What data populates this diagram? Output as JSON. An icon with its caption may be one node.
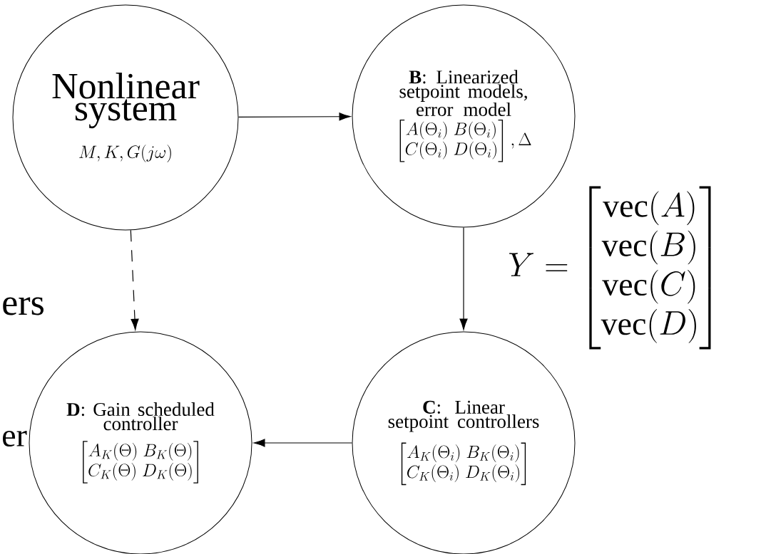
{
  "diagram": {
    "nodes": [
      {
        "text": [
          "Nonlinear system",
          "M, K, G(j\\omega)"
        ]
      },
      {
        "text": [
          "**B**: Linearized setpoint models, error model",
          "\\begin{bmatrix} A(\\Theta_i)\\; B(\\Theta_i) \\\\ C(\\Theta_i)\\; D(\\Theta_i) \\end{bmatrix}, \\Delta"
        ]
      },
      {
        "text": [
          "**D**: Gain scheduled controller",
          "\\begin{bmatrix} A_K(\\Theta)\\; B_K(\\Theta) \\\\ C_K(\\Theta)\\; D_K(\\Theta) \\end{bmatrix}"
        ]
      },
      {
        "text": [
          "**C**: Linear setpoint controllers",
          "\\begin{bmatrix} A_K(\\Theta_i)\\; B_K(\\Theta_i) \\\\ C_K(\\Theta_i)\\; D_K(\\Theta_i) \\end{bmatrix}"
        ]
      }
    ],
    "edges": [
      {
        "from": 0,
        "to": 1,
        "arrow": "to"
      },
      {
        "from": 1,
        "to": 3,
        "arrow": "to"
      },
      {
        "from": 3,
        "to": 2,
        "arrow": "to"
      },
      {
        "from": 0,
        "to": 2,
        "arrow": "to",
        "style": "dashed"
      }
    ],
    "labels": [
      "ers",
      "er",
      "Y = \\begin{bmatrix} \\mathrm{vec}(A) \\\\ \\mathrm{vec}(B) \\\\ \\mathrm{vec}(C) \\\\ \\mathrm{vec}(D) \\end{bmatrix}"
    ]
  }
}
